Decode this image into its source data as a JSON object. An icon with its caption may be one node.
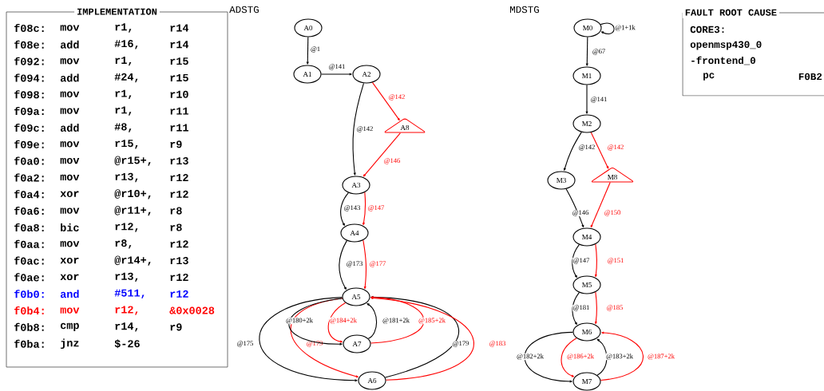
{
  "diagram": {
    "nodes": [
      {
        "text": [
          "IMPLEMENTATION"
        ]
      },
      {
        "text": [
          "A0"
        ]
      },
      {
        "text": [
          "A1"
        ]
      },
      {
        "text": [
          "A2"
        ]
      },
      {
        "text": [
          "A3"
        ]
      },
      {
        "text": [
          "A4"
        ]
      },
      {
        "text": [
          "A5"
        ]
      },
      {
        "text": [
          "A7"
        ]
      },
      {
        "text": [
          "A6"
        ]
      },
      {
        "text": [
          "A8"
        ]
      },
      {
        "text": [
          "M0"
        ]
      },
      {
        "text": [
          "M1"
        ]
      },
      {
        "text": [
          "M2"
        ]
      },
      {
        "text": [
          "M3"
        ]
      },
      {
        "text": [
          "M8"
        ]
      },
      {
        "text": [
          "M4"
        ]
      },
      {
        "text": [
          "M5"
        ]
      },
      {
        "text": [
          "M6"
        ]
      },
      {
        "text": [
          "M7"
        ]
      },
      {
        "text": [
          "FAULT ROOT CAUSE",
          "CORE3:",
          "openmsp430_0",
          "-frontend_0",
          "pc",
          "F0B2"
        ]
      }
    ],
    "edges": [
      {
        "from": 1,
        "to": 2,
        "arrow": "to",
        "label": "@1"
      },
      {
        "from": 2,
        "to": 3,
        "arrow": "to",
        "label": "@141"
      },
      {
        "from": 3,
        "to": 4,
        "arrow": "to",
        "label": "@142"
      },
      {
        "from": 3,
        "to": 9,
        "arrow": "to",
        "label": "@142",
        "color": "#ff0000"
      },
      {
        "from": 9,
        "to": 4,
        "arrow": "to",
        "label": "@146",
        "color": "#ff0000"
      },
      {
        "from": 4,
        "to": 5,
        "arrow": "to",
        "label": "@143"
      },
      {
        "from": 4,
        "to": 5,
        "arrow": "to",
        "label": "@147",
        "color": "#ff0000"
      },
      {
        "from": 5,
        "to": 6,
        "arrow": "to",
        "label": "@173"
      },
      {
        "from": 5,
        "to": 6,
        "arrow": "to",
        "label": "@177",
        "color": "#ff0000"
      },
      {
        "from": 6,
        "to": 8,
        "arrow": "to",
        "label": "@175"
      },
      {
        "from": 6,
        "to": 8,
        "arrow": "to",
        "label": "@179",
        "color": "#ff0000"
      },
      {
        "from": 8,
        "to": 6,
        "arrow": "to",
        "label": "@179"
      },
      {
        "from": 8,
        "to": 6,
        "arrow": "to",
        "label": "@183",
        "color": "#ff0000"
      },
      {
        "from": 6,
        "to": 7,
        "arrow": "to",
        "label": "@180+2k"
      },
      {
        "from": 6,
        "to": 7,
        "arrow": "to",
        "label": "@184+2k",
        "color": "#ff0000"
      },
      {
        "from": 7,
        "to": 6,
        "arrow": "to",
        "label": "@181+2k"
      },
      {
        "from": 7,
        "to": 6,
        "arrow": "to",
        "label": "@185+2k",
        "color": "#ff0000"
      },
      {
        "from": 10,
        "to": 10,
        "arrow": "to",
        "label": "@1+1k"
      },
      {
        "from": 10,
        "to": 11,
        "arrow": "to",
        "label": "@67"
      },
      {
        "from": 11,
        "to": 12,
        "arrow": "to",
        "label": "@141"
      },
      {
        "from": 12,
        "to": 13,
        "arrow": "to",
        "label": "@142"
      },
      {
        "from": 12,
        "to": 14,
        "arrow": "to",
        "label": "@142",
        "color": "#ff0000"
      },
      {
        "from": 13,
        "to": 15,
        "arrow": "to",
        "label": "@146"
      },
      {
        "from": 14,
        "to": 15,
        "arrow": "to",
        "label": "@150",
        "color": "#ff0000"
      },
      {
        "from": 15,
        "to": 16,
        "arrow": "to",
        "label": "@147"
      },
      {
        "from": 15,
        "to": 16,
        "arrow": "to",
        "label": "@151",
        "color": "#ff0000"
      },
      {
        "from": 16,
        "to": 17,
        "arrow": "to",
        "label": "@181"
      },
      {
        "from": 16,
        "to": 17,
        "arrow": "to",
        "label": "@185",
        "color": "#ff0000"
      },
      {
        "from": 17,
        "to": 18,
        "arrow": "to",
        "label": "@182+2k"
      },
      {
        "from": 17,
        "to": 18,
        "arrow": "to",
        "label": "@186+2k",
        "color": "#ff0000"
      },
      {
        "from": 18,
        "to": 17,
        "arrow": "to",
        "label": "@183+2k"
      },
      {
        "from": 18,
        "to": 17,
        "arrow": "to",
        "label": "@187+2k",
        "color": "#ff0000"
      }
    ],
    "labels": [
      "f08c:",
      "mov",
      "r1,",
      "r14",
      "f08e:",
      "add",
      "#16,",
      "r14",
      "f092:",
      "mov",
      "r1,",
      "r15",
      "f094:",
      "add",
      "#24,",
      "r15",
      "f098:",
      "mov",
      "r1,",
      "r10",
      "f09a:",
      "mov",
      "r1,",
      "r11",
      "f09c:",
      "add",
      "#8,",
      "r11",
      "f09e:",
      "mov",
      "r15,",
      "r9",
      "f0a0:",
      "mov",
      "@r15+,",
      "r13",
      "f0a2:",
      "mov",
      "r13,",
      "r12",
      "f0a4:",
      "xor",
      "@r10+,",
      "r12",
      "f0a6:",
      "mov",
      "@r11+,",
      "r8",
      "f0a8:",
      "bic",
      "r12,",
      "r8",
      "f0aa:",
      "mov",
      "r8,",
      "r12",
      "f0ac:",
      "xor",
      "@r14+,",
      "r13",
      "f0ae:",
      "xor",
      "r13,",
      "r12",
      "f0b0:",
      "and",
      "#511,",
      "r12",
      "f0b4:",
      "mov",
      "r12,",
      "&0x0028",
      "f0b8:",
      "cmp",
      "r14,",
      "r9",
      "f0ba:",
      "jnz",
      "$-26",
      "ADSTG",
      "MDSTG"
    ]
  }
}
